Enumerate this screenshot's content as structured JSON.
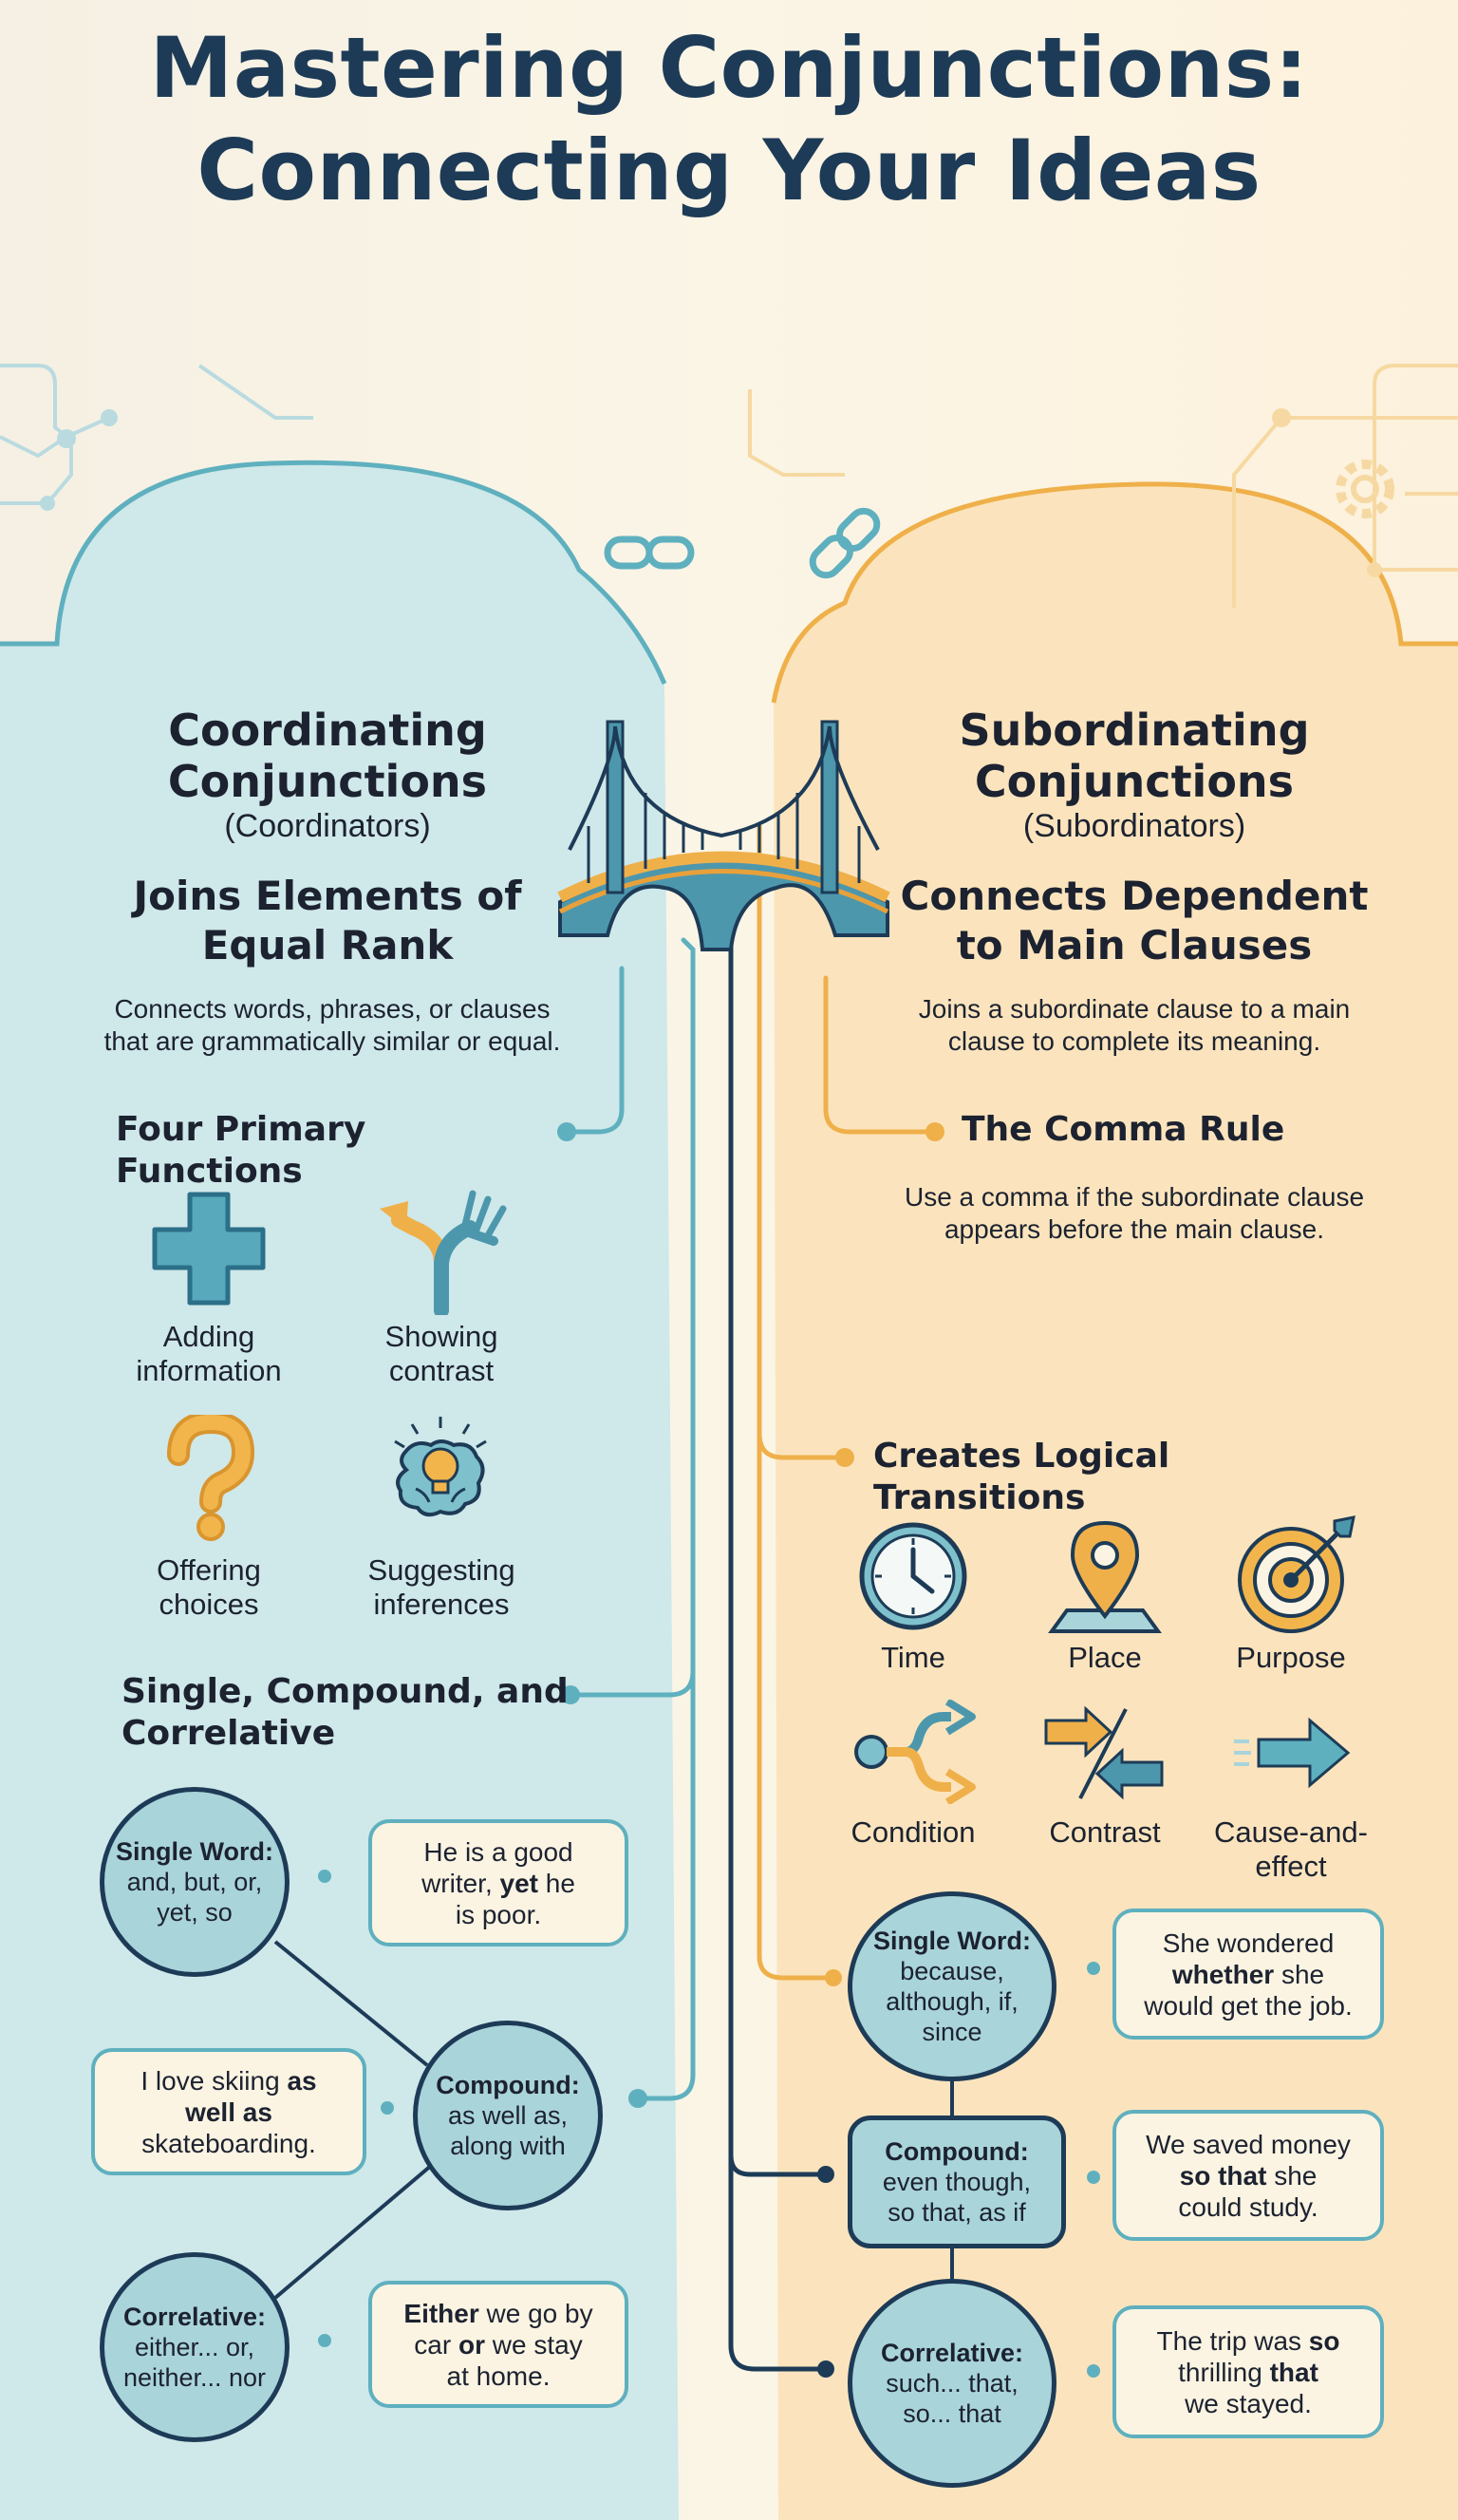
{
  "title": {
    "line1": "Mastering Conjunctions:",
    "line2": "Connecting Your Ideas"
  },
  "colors": {
    "teal": "#3f8ea8",
    "teal_fill": "#9fd0d8",
    "orange": "#efb04a",
    "navy": "#1d3b57",
    "left_panel": "#cfe8ea",
    "right_panel": "#fbe4bd"
  },
  "left": {
    "heading_line1": "Coordinating",
    "heading_line2": "Conjunctions",
    "subheading": "(Coordinators)",
    "tagline_line1": "Joins Elements of",
    "tagline_line2": "Equal Rank",
    "description_line1": "Connects words, phrases, or clauses",
    "description_line2": "that are grammatically similar or equal.",
    "functions_title": "Four Primary Functions",
    "functions": [
      {
        "icon": "plus-icon",
        "line1": "Adding",
        "line2": "information"
      },
      {
        "icon": "fork-icon",
        "line1": "Showing",
        "line2": "contrast"
      },
      {
        "icon": "question-icon",
        "line1": "Offering",
        "line2": "choices"
      },
      {
        "icon": "brain-bulb-icon",
        "line1": "Suggesting",
        "line2": "inferences"
      }
    ],
    "types_title_line1": "Single, Compound, and",
    "types_title_line2": "Correlative",
    "types": [
      {
        "label": "Single Word:",
        "line1": "and, but, or,",
        "line2": "yet, so",
        "example": [
          "He is a good",
          "writer, ",
          "yet",
          " he",
          "is poor."
        ]
      },
      {
        "label": "Compound:",
        "line1": "as well as,",
        "line2": "along with",
        "example": [
          "I love skiing ",
          "as",
          "well as",
          "skateboarding."
        ]
      },
      {
        "label": "Correlative:",
        "line1": "either... or,",
        "line2": "neither... nor",
        "example": [
          "Either",
          " we go by",
          "car ",
          "or",
          " we stay",
          "at home."
        ]
      }
    ]
  },
  "right": {
    "heading_line1": "Subordinating",
    "heading_line2": "Conjunctions",
    "subheading": "(Subordinators)",
    "tagline_line1": "Connects Dependent",
    "tagline_line2": "to Main Clauses",
    "description_line1": "Joins a subordinate clause to a main",
    "description_line2": "clause to complete its meaning.",
    "comma_title": "The Comma Rule",
    "comma_line1": "Use a comma if the subordinate clause",
    "comma_line2": "appears before the main clause.",
    "transitions_title": "Creates Logical Transitions",
    "transitions": [
      {
        "icon": "clock-icon",
        "label": "Time"
      },
      {
        "icon": "map-pin-icon",
        "label": "Place"
      },
      {
        "icon": "target-icon",
        "label": "Purpose"
      },
      {
        "icon": "branch-arrows-icon",
        "label": "Condition"
      },
      {
        "icon": "opposing-arrows-icon",
        "label": "Contrast"
      },
      {
        "icon": "arrow-right-icon",
        "label": "Cause-and-",
        "label2": "effect"
      }
    ],
    "types": [
      {
        "label": "Single Word:",
        "line1": "because,",
        "line2": "although, if,",
        "line3": "since",
        "example": [
          "She wondered",
          "whether",
          " she",
          "would get the job."
        ]
      },
      {
        "label": "Compound:",
        "line1": "even though,",
        "line2": "so that, as if",
        "example": [
          "We saved money",
          "so that",
          " she",
          "could study."
        ]
      },
      {
        "label": "Correlative:",
        "line1": "such... that,",
        "line2": "so... that",
        "example": [
          "The trip was ",
          "so",
          "thrilling ",
          "that",
          "we stayed."
        ]
      }
    ]
  }
}
